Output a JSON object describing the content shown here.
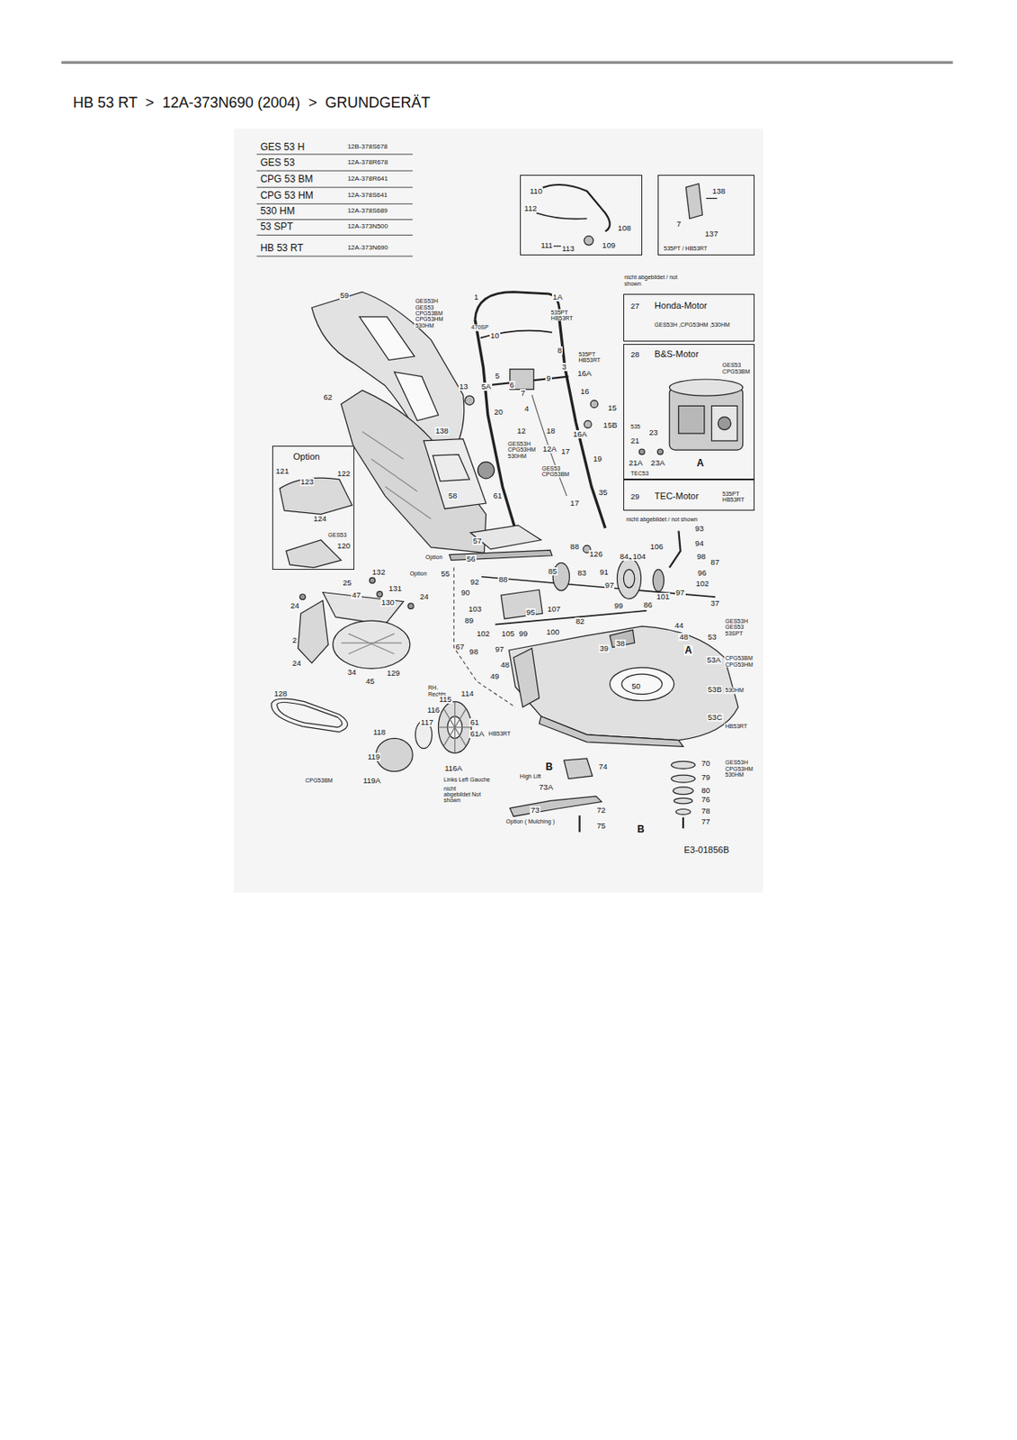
{
  "diagram": {
    "title": "HB 53 RT  >  12A-373N690 (2004)  >  GRUNDGERÄT",
    "nodes": [
      {
        "text": [
          "110",
          "112",
          "108",
          "111",
          "113",
          "109"
        ]
      },
      {
        "text": [
          "138",
          "7",
          "137",
          "535PT / HB53RT"
        ]
      },
      {
        "text": [
          "27",
          "Honda-Motor",
          "GES53H ,CPG53HM ,530HM"
        ]
      },
      {
        "text": [
          "28",
          "B&S-Motor",
          "GES53 CPG53BM",
          "535",
          "21",
          "23",
          "21A",
          "23A",
          "TEC53",
          "A"
        ]
      },
      {
        "text": [
          "29",
          "TEC-Motor",
          "535PT HB53RT"
        ]
      },
      {
        "text": [
          "Option",
          "121",
          "123",
          "122",
          "124",
          "GES53",
          "120"
        ]
      }
    ],
    "labels": [
      "GES 53 H",
      "12B-378S678",
      "GES 53",
      "12A-378R678",
      "CPG 53 BM",
      "12A-378R641",
      "CPG 53 HM",
      "12A-378S641",
      "530 HM",
      "12A-378S689",
      "53 SPT",
      "12A-373N500",
      "HB 53 RT",
      "12A-373N690",
      "nicht abgebildet / not shown",
      "59",
      "GES53H GES53 CPG53BM CPG53HM 530HM",
      "1",
      "1A",
      "535PT HB53RT",
      "470SP",
      "10",
      "8",
      "535PT HB53RT",
      "3",
      "16A",
      "5",
      "13",
      "5A",
      "6",
      "7",
      "9",
      "62",
      "4",
      "20",
      "16",
      "15",
      "138",
      "12",
      "18",
      "15B",
      "16A",
      "GES53H CPG53HM 530HM",
      "12A",
      "17",
      "19",
      "GES53 CPG53BM",
      "58",
      "61",
      "35",
      "17",
      "93",
      "57",
      "106",
      "88",
      "94",
      "126",
      "Option",
      "56",
      "84",
      "104",
      "98",
      "87",
      "Option",
      "55",
      "96",
      "85",
      "83",
      "91",
      "92",
      "88",
      "102",
      "97",
      "97",
      "90",
      "37",
      "99",
      "86",
      "101",
      "107",
      "103",
      "95",
      "82",
      "89",
      "44",
      "GES53H GES53 53SPT",
      "102",
      "105",
      "99",
      "100",
      "48",
      "53",
      "39",
      "38",
      "67",
      "98",
      "97",
      "A",
      "53A",
      "CPG53BM CPG53HM",
      "48",
      "49",
      "50",
      "53B",
      "530HM",
      "53C",
      "HB53RT",
      "132",
      "25",
      "131",
      "47",
      "24",
      "130",
      "24",
      "2",
      "24",
      "34",
      "129",
      "45",
      "128",
      "RH. Rechts",
      "114",
      "115",
      "116",
      "117",
      "61",
      "118",
      "61A",
      "HB53RT",
      "119",
      "CPG53BM",
      "119A",
      "116A",
      "Links Left Gauche",
      "nicht abgebildet Not shown",
      "B",
      "74",
      "High Lift",
      "73A",
      "70",
      "GES53H CPG53HM 530HM",
      "79",
      "80",
      "76",
      "78",
      "77",
      "73",
      "72",
      "Option ( Mulching )",
      "75",
      "B",
      "E3-01856B",
      "nicht abgebildet / not shown"
    ]
  }
}
